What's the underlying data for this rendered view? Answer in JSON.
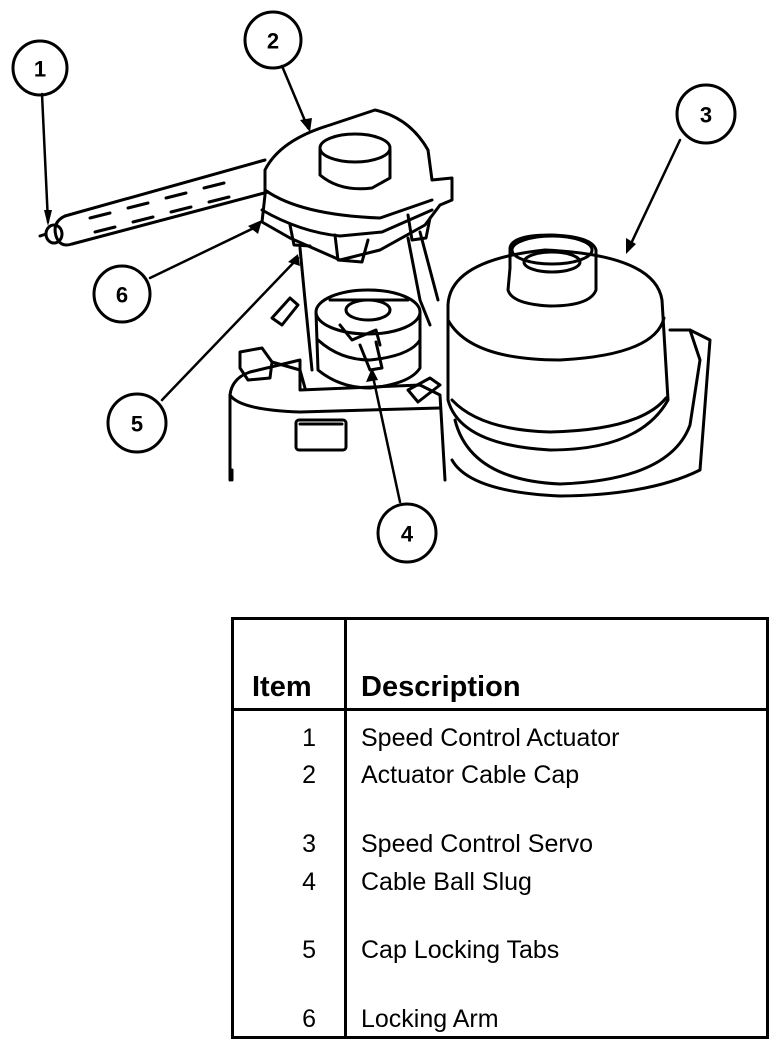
{
  "callouts": [
    {
      "number": "1"
    },
    {
      "number": "2"
    },
    {
      "number": "3"
    },
    {
      "number": "4"
    },
    {
      "number": "5"
    },
    {
      "number": "6"
    }
  ],
  "legend": {
    "headers": {
      "item": "Item",
      "description": "Description"
    },
    "rows": [
      {
        "item": "1",
        "description": "Speed Control Actuator"
      },
      {
        "item": "2",
        "description": "Actuator Cable Cap"
      },
      {
        "item": "3",
        "description": "Speed Control Servo"
      },
      {
        "item": "4",
        "description": "Cable Ball Slug"
      },
      {
        "item": "5",
        "description": "Cap Locking Tabs"
      },
      {
        "item": "6",
        "description": "Locking Arm"
      }
    ]
  }
}
